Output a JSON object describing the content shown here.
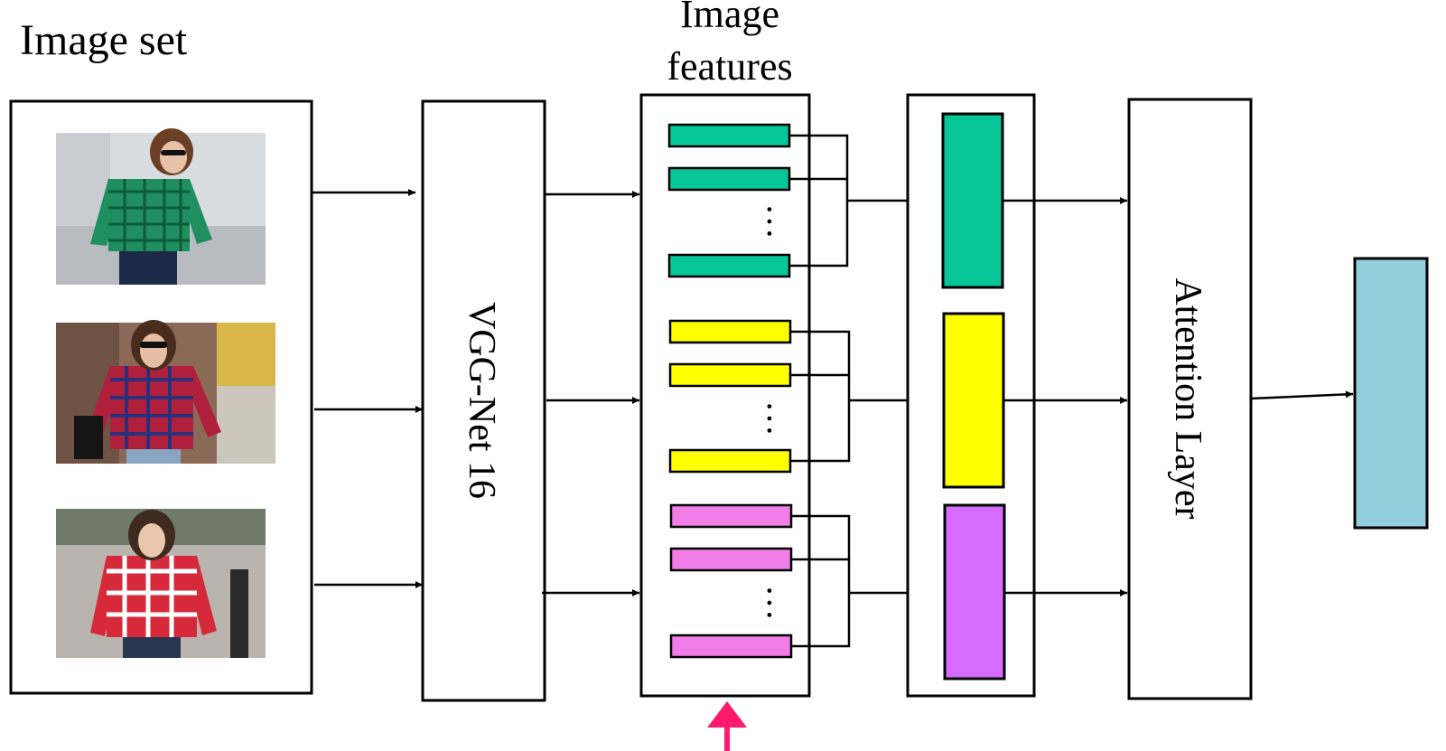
{
  "labels": {
    "image_set": "Image set",
    "image_features_line1": "Image",
    "image_features_line2": "features",
    "vgg": "VGG-Net 16",
    "attention": "Attention Layer",
    "ellipsis": "…"
  },
  "groups": [
    {
      "name": "green",
      "color": "#06c698",
      "shirt": "#1f8f5f",
      "shirt_check": "#0d5a3a",
      "photo_bg": "#d9dde0"
    },
    {
      "name": "yellow",
      "color": "#ffff00",
      "shirt": "#b0203c",
      "shirt_check": "#2a2f7a",
      "photo_bg": "#8a6a56"
    },
    {
      "name": "violet",
      "color": "#d66bff",
      "shirt": "#d62a3a",
      "shirt_check": "#ffffff",
      "photo_bg": "#b9b4ae"
    }
  ],
  "colors": {
    "feature_violet_small": "#f07de8",
    "output": "#92cddc",
    "pointer_arrow": "#ff1a6e",
    "stroke": "#000000"
  }
}
